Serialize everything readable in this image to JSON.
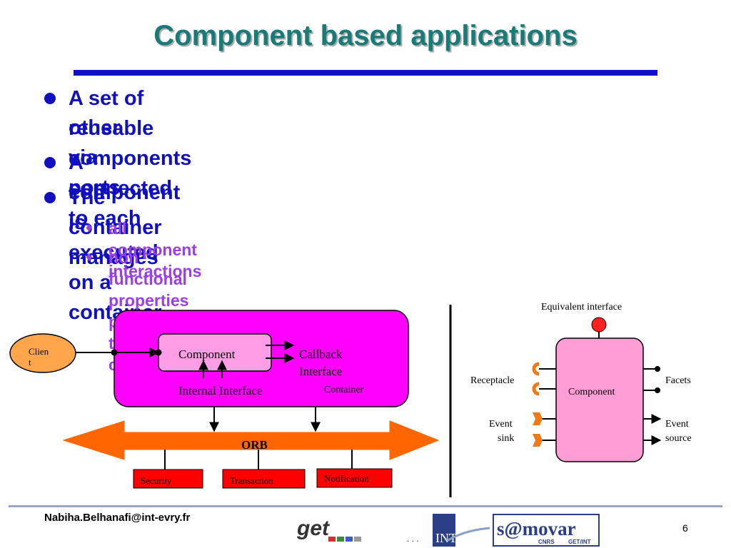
{
  "slide": {
    "title": "Component based applications",
    "bullets": [
      {
        "line1": "A set of reusable components connected  to each",
        "line2": "other via ports"
      },
      {
        "line1": "A component is executed on a container"
      },
      {
        "line1": "The container manages"
      }
    ],
    "sub_bullets": [
      "all component interactions",
      "non functional properties  provided to the component"
    ],
    "sub_bullet_marker": "♦"
  },
  "left_diagram": {
    "client_label_1": "Clien",
    "client_label_2": "t",
    "component_label": "Component",
    "callback_label_1": "Callback",
    "callback_label_2": "Interface",
    "internal_label": "Internal Interface",
    "container_label": "Container",
    "orb_label": "ORB",
    "services": [
      "Security",
      "Transaction",
      "Notification"
    ],
    "colors": {
      "container": "#ff00ff",
      "component": "#ff9ee6",
      "client": "#ffa64d",
      "orb": "#ff6600",
      "service": "#ff0000"
    }
  },
  "right_diagram": {
    "equivalent_label": "Equivalent interface",
    "component_label": "Component",
    "receptacle_label": "Receptacle",
    "facets_label": "Facets",
    "event_sink_label_1": "Event",
    "event_sink_label_2": "sink",
    "event_source_label_1": "Event",
    "event_source_label_2": "source",
    "colors": {
      "component": "#ff9ed6",
      "port": "#f07a1a",
      "equivalent": "#ff2020"
    }
  },
  "footer": {
    "email": "Nabiha.Belhanafi@int-evry.fr",
    "page_number": "6",
    "logo_get": "get",
    "logo_samovar": "s@movar",
    "logo_samovar_sub_1": "CNRS",
    "logo_samovar_sub_2": "GET/INT",
    "logo_int": "INT",
    "dots": ". . ."
  }
}
